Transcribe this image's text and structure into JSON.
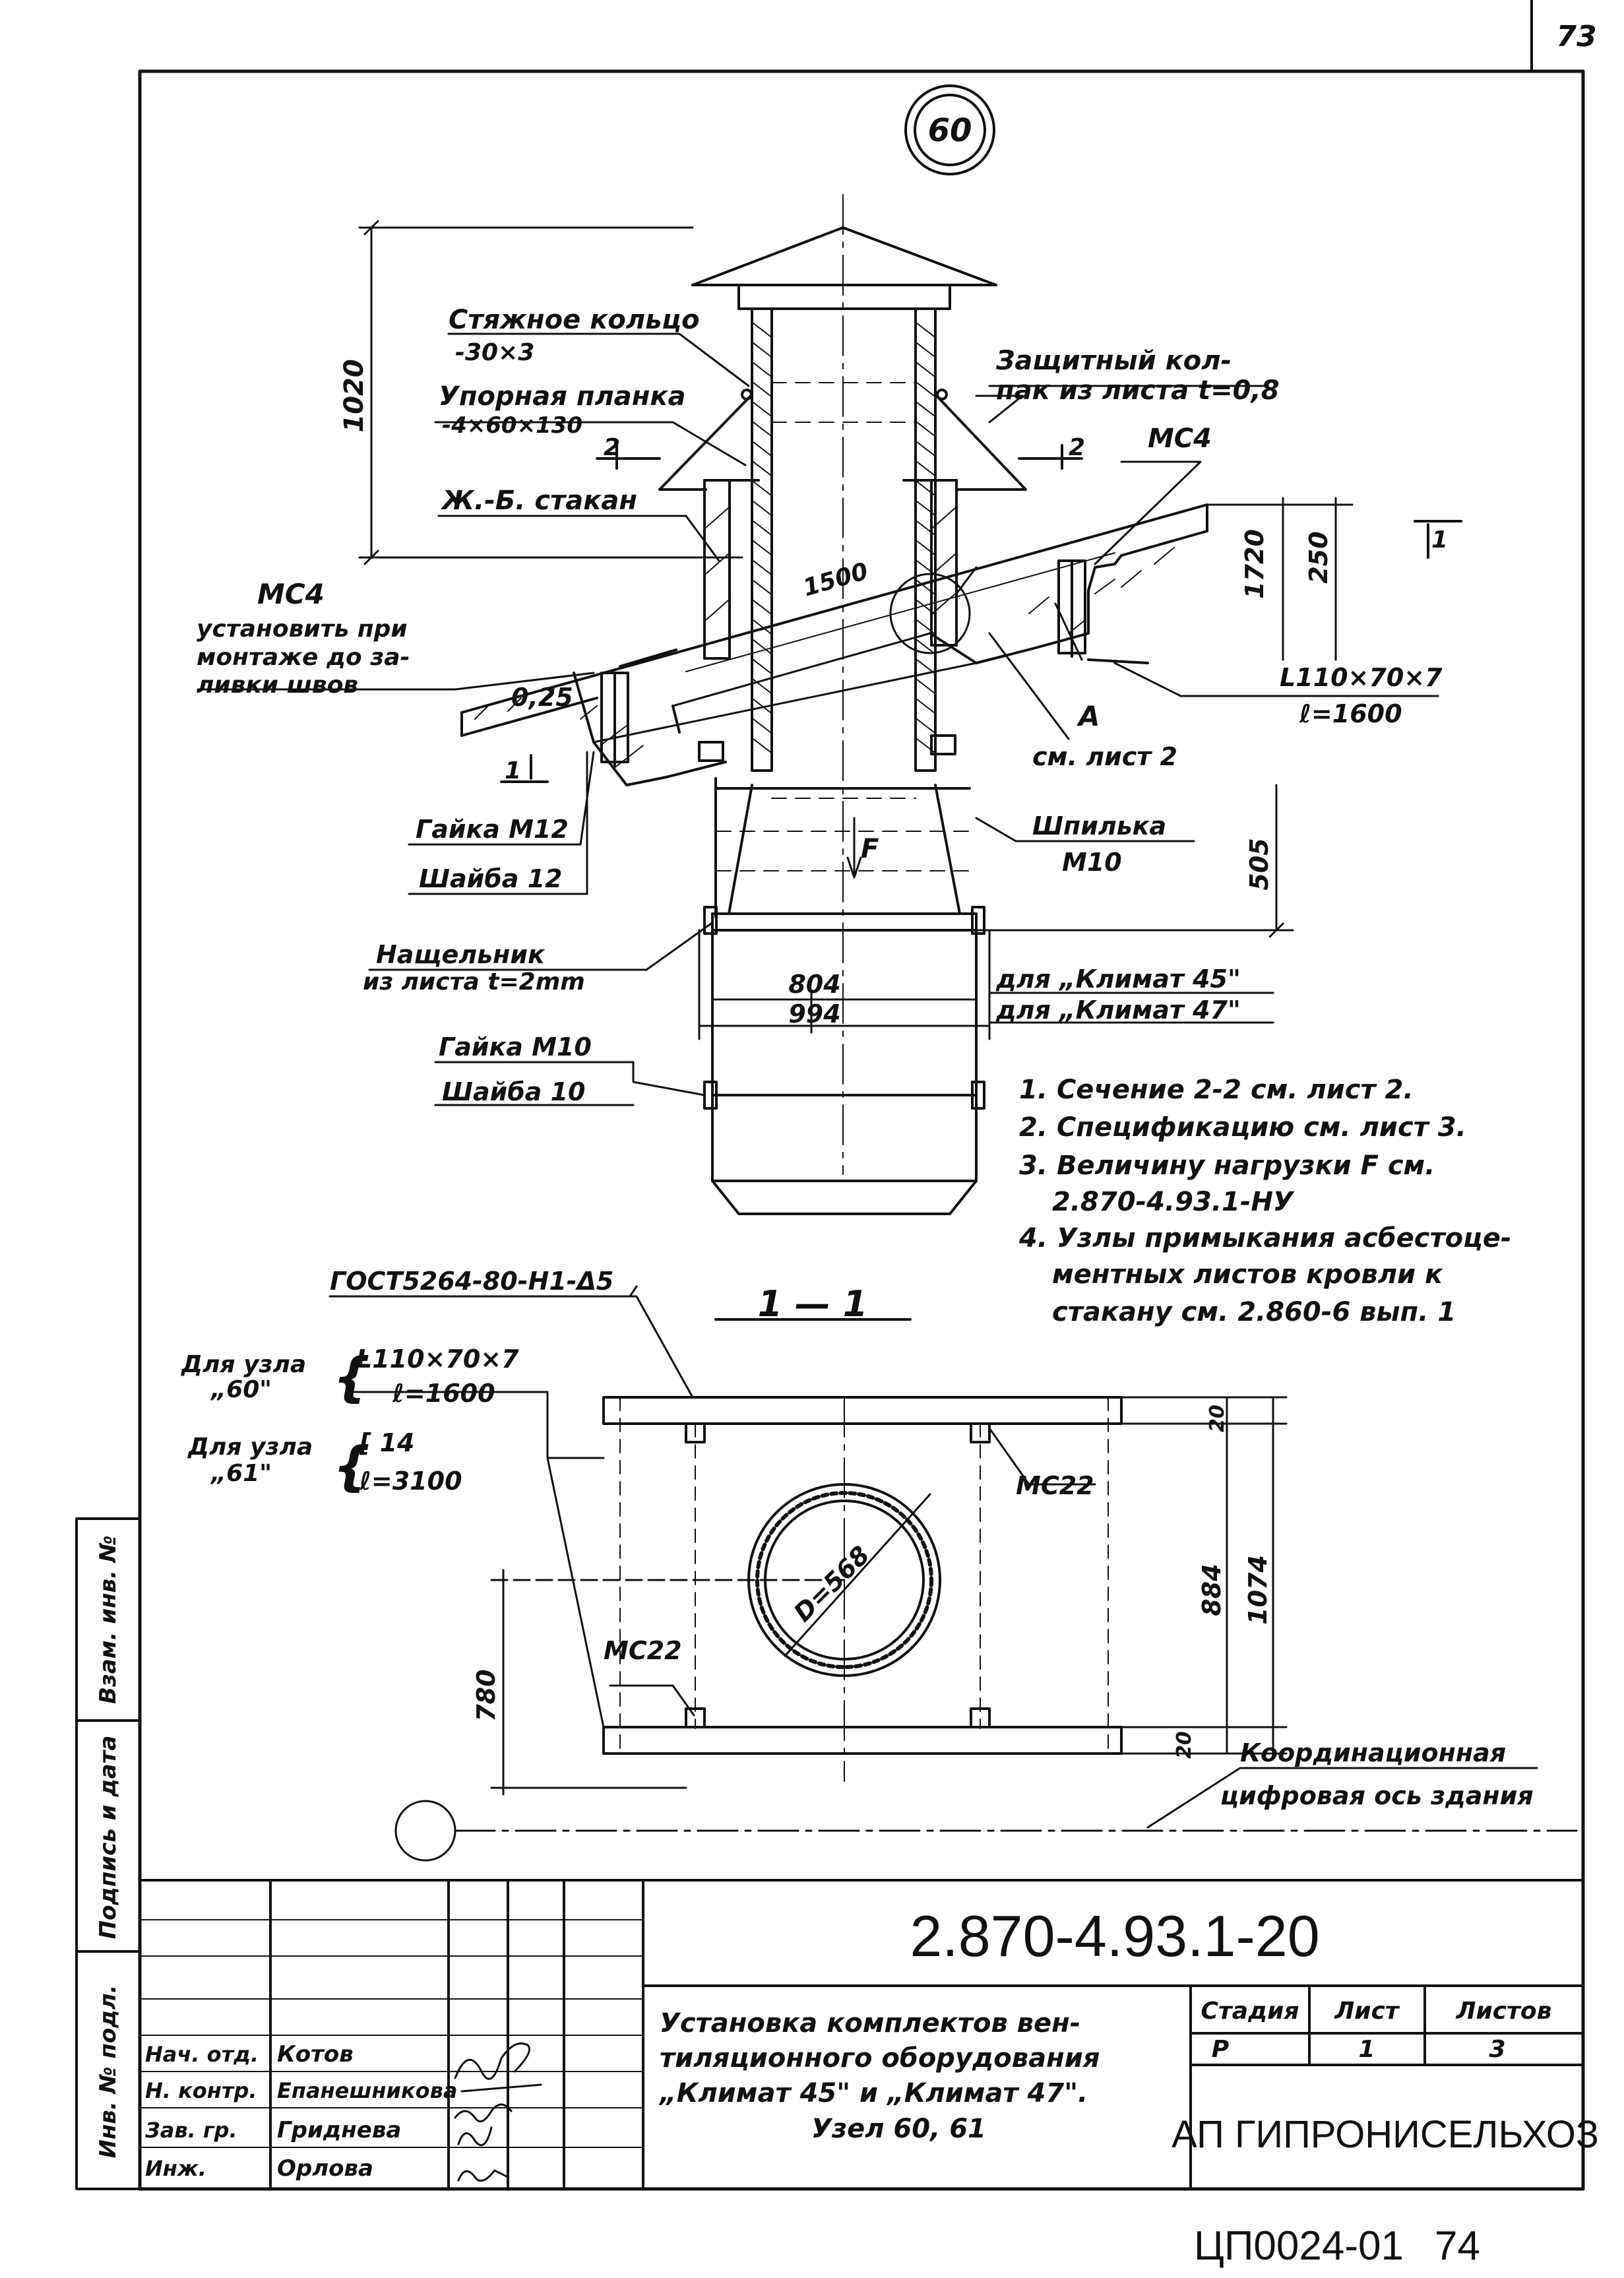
{
  "sheet": {
    "page_number_top": "73",
    "page_number_bottom": "74",
    "archive_code": "ЦП0024-01",
    "node_number": "60"
  },
  "callouts": {
    "ring": "Стяжное кольцо",
    "ring_size": "-30×3",
    "cap": "Защитный кол-",
    "cap2": "пак из листа t=0,8",
    "plate": "Упорная планка",
    "plate_size": "-4×60×130",
    "glass": "Ж.-Б. стакан",
    "mc4_right": "МС4",
    "mc4_left": "МС4",
    "mc4_note1": "установить при",
    "mc4_note2": "монтаже до за-",
    "mc4_note3": "ливки швов",
    "angle": "L110×70×7",
    "angle_len": "ℓ=1600",
    "detail_a": "А",
    "detail_a_ref": "см. лист 2",
    "nut12": "Гайка М12",
    "washer12": "Шайба 12",
    "stud": "Шпилька",
    "stud_size": "М10",
    "flashing1": "Нащельник",
    "flashing2": "из листа t=2mm",
    "nut10": "Гайка М10",
    "washer10": "Шайба 10",
    "dim804_label": "для „Климат 45\"",
    "dim994_label": "для „Климат 47\"",
    "section_22": "2",
    "section_11": "1",
    "force": "F",
    "slope": "0,25"
  },
  "dimensions": {
    "d1020": "1020",
    "d1500": "1500",
    "d1720": "1720",
    "d250": "250",
    "d505": "505",
    "d804": "804",
    "d994": "994",
    "d884": "884",
    "d1074": "1074",
    "d780": "780",
    "d20a": "20",
    "d20b": "20",
    "diam": "D=568"
  },
  "notes": [
    "1. Сечение 2-2 см. лист 2.",
    "2. Спецификацию см. лист 3.",
    "3. Величину нагрузки F см.",
    "2.870-4.93.1-НУ",
    "4. Узлы примыкания асбестоце-",
    "ментных листов кровли к",
    "стакану см. 2.860-6 вып. 1"
  ],
  "section_view": {
    "title": "1 — 1",
    "gost": "ГОСТ5264-80-Н1-Δ5",
    "node60_label1": "Для узла",
    "node60_label2": "„60\"",
    "node60_profile": "L110×70×7",
    "node60_len": "ℓ=1600",
    "node61_label1": "Для узла",
    "node61_label2": "„61\"",
    "node61_profile": "[ 14",
    "node61_len": "ℓ=3100",
    "mc22_top": "МС22",
    "mc22_left": "МС22",
    "axis1": "Координационная",
    "axis2": "цифровая ось здания"
  },
  "side_stamp": {
    "col1": "Инв. № подл.",
    "col2": "Подпись и дата",
    "col3": "Взам. инв. №"
  },
  "title_block": {
    "doc_code": "2.870-4.93.1-20",
    "title1": "Установка комплектов вен-",
    "title2": "тиляционного оборудования",
    "title3": "„Климат 45\" и „Климат 47\".",
    "title4": "Узел 60, 61",
    "stage_h": "Стадия",
    "sheet_h": "Лист",
    "sheets_h": "Листов",
    "stage": "Р",
    "sheet": "1",
    "sheets": "3",
    "org": "АП ГИПРОНИСЕЛЬХОЗ",
    "roles": [
      "Нач. отд.",
      "Н. контр.",
      "Зав. гр.",
      "Инж."
    ],
    "names": [
      "Котов",
      "Епанешникова",
      "Гриднева",
      "Орлова"
    ]
  }
}
